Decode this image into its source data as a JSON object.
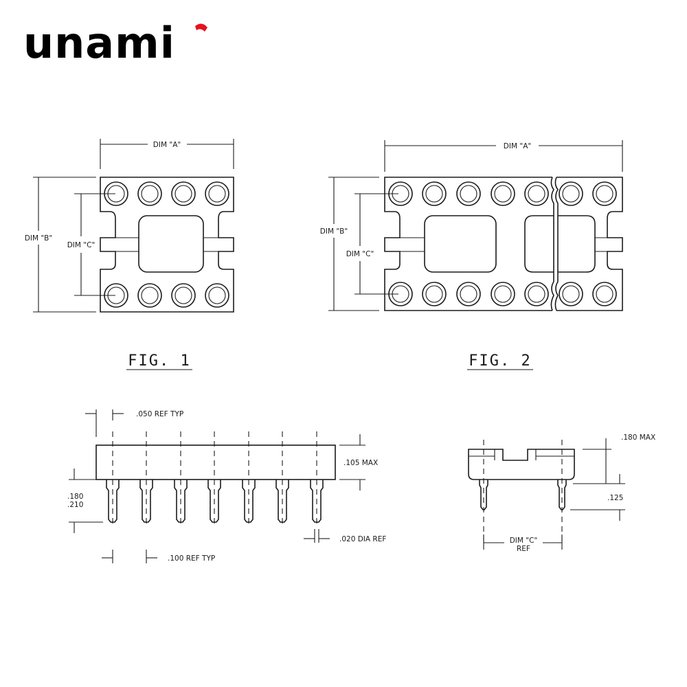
{
  "brand": {
    "name": "unami",
    "accent_color": "#e8101c"
  },
  "figures": {
    "fig1": {
      "caption": "FIG. 1",
      "dim_a": "DIM \"A\"",
      "dim_b": "DIM \"B\"",
      "dim_c": "DIM \"C\""
    },
    "fig2": {
      "caption": "FIG. 2",
      "dim_a": "DIM \"A\"",
      "dim_b": "DIM \"B\"",
      "dim_c": "DIM \"C\""
    }
  },
  "side_view": {
    "pitch_half": ".050 REF TYP",
    "body_height": ".105 MAX",
    "pin_length_1": ".180",
    "pin_length_2": ".210",
    "pin_dia": ".020 DIA REF",
    "pitch": ".100 REF TYP"
  },
  "end_view": {
    "height_max": ".180 MAX",
    "tail": ".125",
    "dim_c": "DIM \"C\"",
    "ref": "REF"
  }
}
